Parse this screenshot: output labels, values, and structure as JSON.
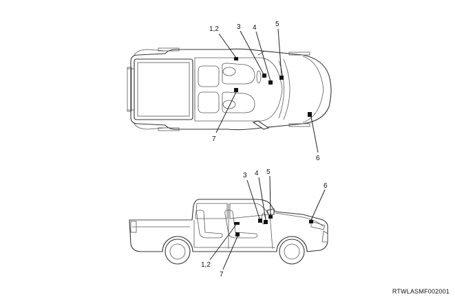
{
  "diagram": {
    "code": "RTWLASMF002001",
    "top_view": {
      "labels": {
        "l12": "1,2",
        "l3": "3",
        "l4": "4",
        "l5": "5",
        "l6": "6",
        "l7": "7"
      }
    },
    "side_view": {
      "labels": {
        "l3": "3",
        "l4": "4",
        "l5": "5",
        "l6": "6",
        "l12": "1,2",
        "l7": "7"
      }
    }
  }
}
